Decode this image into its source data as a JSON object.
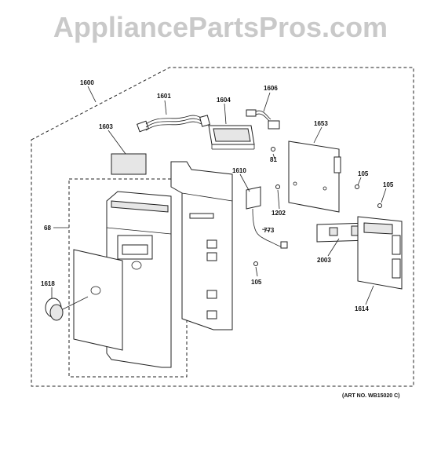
{
  "watermark": "AppliancePartsPros.com",
  "art_number": "(ART NO. WB15020 C)",
  "callouts": {
    "c1600": "1600",
    "c1601": "1601",
    "c1604": "1604",
    "c1606": "1606",
    "c1603": "1603",
    "c1653": "1653",
    "c81": "81",
    "c1610": "1610",
    "c105a": "105",
    "c105b": "105",
    "c68": "68",
    "c1202": "1202",
    "c773": "773",
    "c2003": "2003",
    "c1618": "1618",
    "c105c": "105",
    "c1614": "1614"
  }
}
